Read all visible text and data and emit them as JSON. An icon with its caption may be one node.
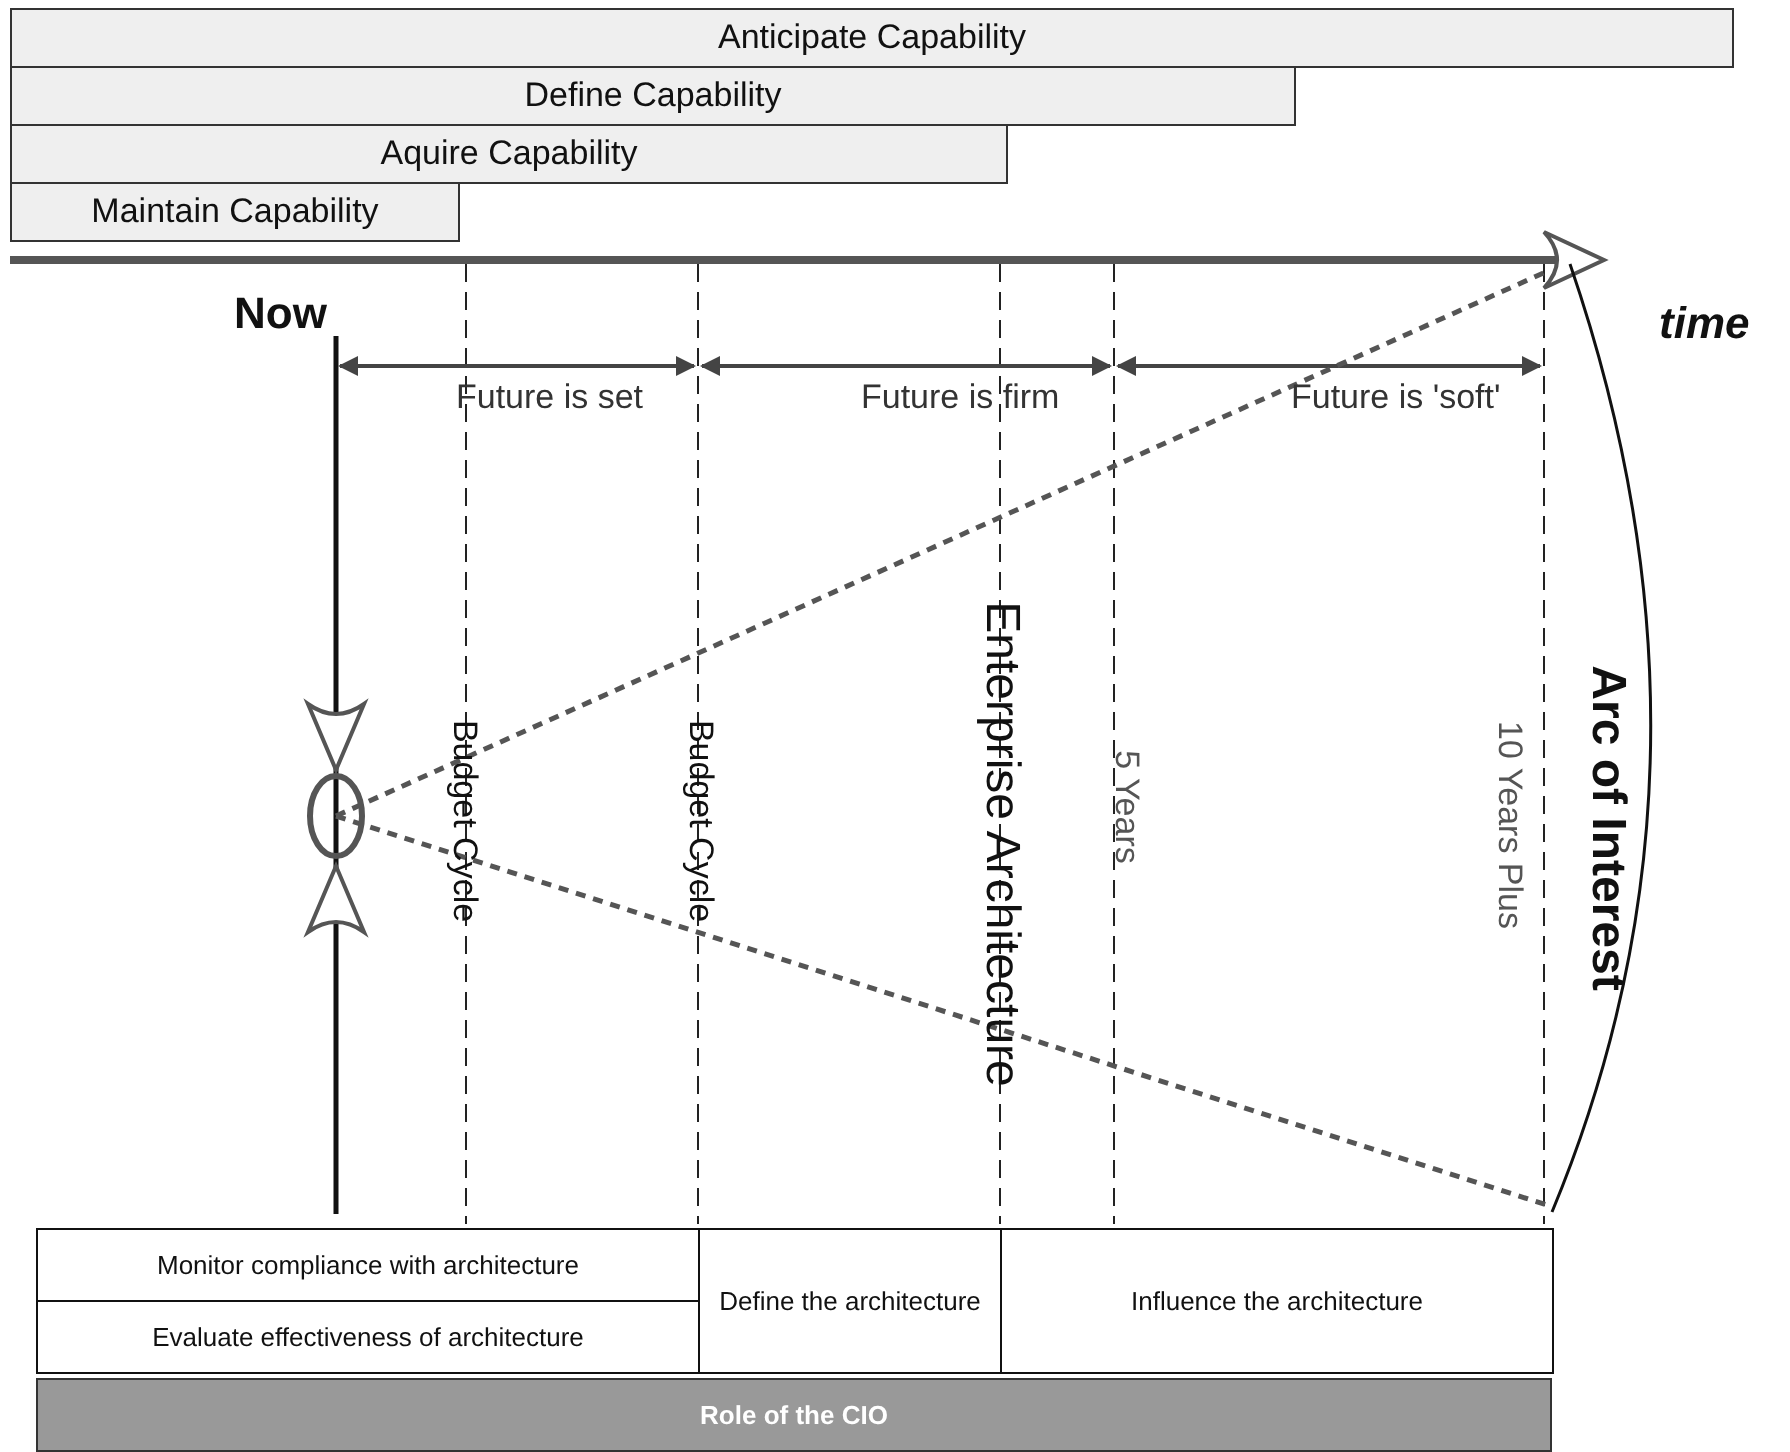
{
  "diagram": {
    "nodes": [
      {
        "text": [
          "Anticipate Capability"
        ]
      },
      {
        "text": [
          "Define Capability"
        ]
      },
      {
        "text": [
          "Aquire Capability"
        ]
      },
      {
        "text": [
          "Maintain Capability"
        ]
      },
      {
        "text": [
          "Monitor compliance with architecture"
        ]
      },
      {
        "text": [
          "Evaluate effectiveness of architecture"
        ]
      },
      {
        "text": [
          "Define the architecture"
        ]
      },
      {
        "text": [
          "Influence the architecture"
        ]
      },
      {
        "text": [
          "Role of the CIO"
        ]
      }
    ],
    "edges": [],
    "labels": [
      "Now",
      "time",
      "Future is set",
      "Future is firm",
      "Future is 'soft'",
      "Budget Cycle",
      "Budget Cycle",
      "Enterprise Architecture",
      "5 Years",
      "10 Years Plus",
      "Arc of Interest"
    ]
  }
}
